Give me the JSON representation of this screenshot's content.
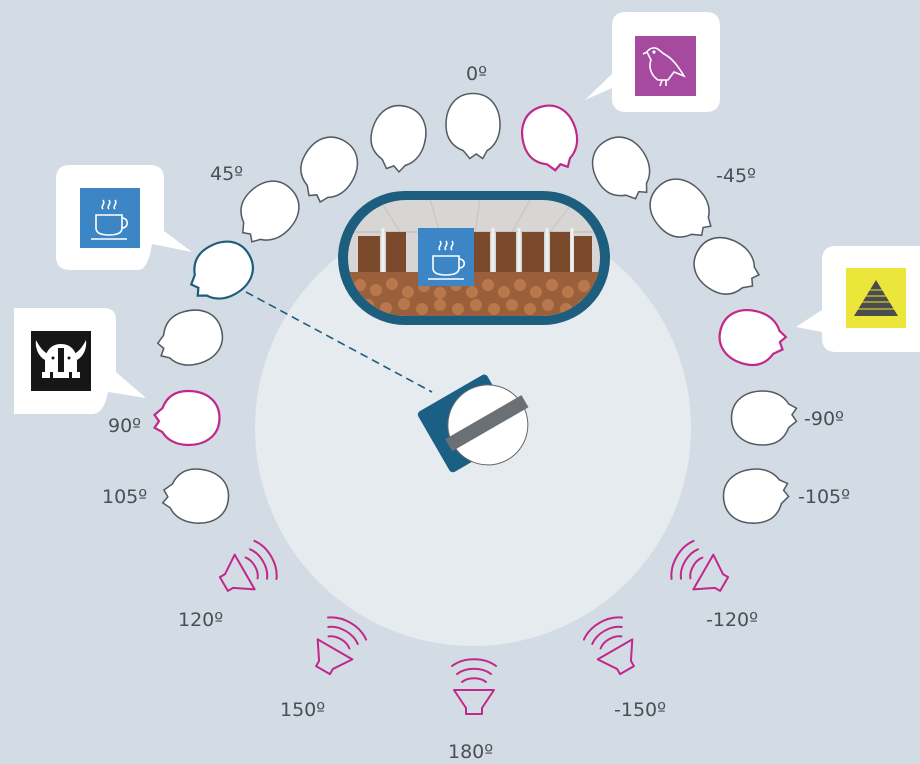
{
  "angles": {
    "a0": "0º",
    "a45": "45º",
    "am45": "-45º",
    "a90": "90º",
    "am90": "-90º",
    "a105": "105º",
    "am105": "-105º",
    "a120": "120º",
    "am120": "-120º",
    "a150": "150º",
    "am150": "-150º",
    "a180": "180º"
  },
  "icons": {
    "bird": "bird-icon",
    "coffee": "coffee-cup-icon",
    "viking": "viking-helmet-icon",
    "pyramid": "pyramid-icon",
    "speaker": "loudspeaker-icon",
    "robot": "robot-listener-icon"
  },
  "colors": {
    "background": "#d3dce4",
    "floor_circle": "#e6ebf0",
    "highlight_magenta": "#c2278b",
    "teal_outline": "#1f5d7c",
    "bird_tile": "#a64aa0",
    "coffee_tile": "#3d86c6",
    "viking_tile": "#1a1a1a",
    "pyramid_tile": "#ede63a"
  }
}
